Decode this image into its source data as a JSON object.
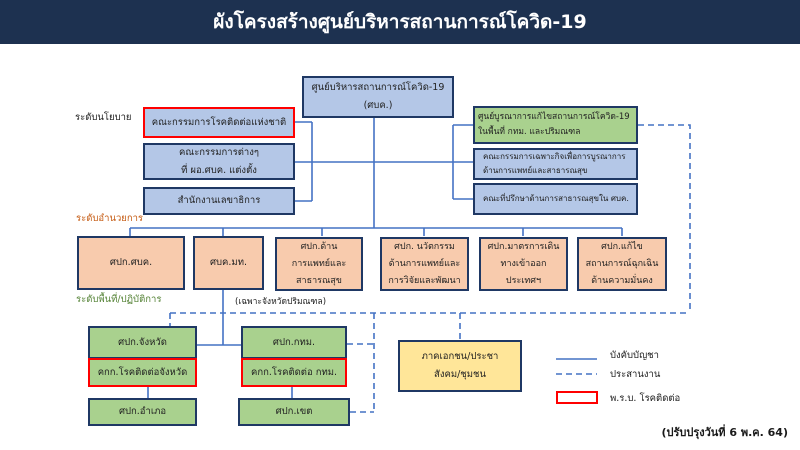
{
  "title": "ผังโครงสร้างศูนย์บริหารสถานการณ์โควิด-19",
  "levels": {
    "policy": "ระดับนโยบาย",
    "directing": "ระดับอำนวยการ",
    "operational": "ระดับพื้นที่/ปฏิบัติการ"
  },
  "center": "ศูนย์บริหารสถานการณ์โควิด-19\n(ศบค.)",
  "policy_left": [
    "คณะกรรมการโรคติดต่อแห่งชาติ",
    "คณะกรรมการต่างๆ\nที่ ผอ.ศบค. แต่งตั้ง",
    "สำนักงานเลขาธิการ"
  ],
  "policy_right": [
    "ศูนย์บูรณาการแก้ไขสถานการณ์โควิด-19\nในพื้นที่ กทม. และปริมณฑล",
    "คณะกรรมการเฉพาะกิจเพื่อการบูรณาการ\nด้านการแพทย์และสาธารณสุข",
    "คณะที่ปรึกษาด้านการสาธารณสุขใน ศบค."
  ],
  "directing_units": [
    "ศปก.ศบค.",
    "ศบค.มท.",
    "ศปก.ด้าน\nการแพทย์และ\nสาธารณสุข",
    "ศปก. นวัตกรรม\nด้านการแพทย์และ\nการวิจัยและพัฒนา",
    "ศปก.มาตรการเดิน\nทางเข้าออก\nประเทศฯ",
    "ศปก.แก้ไข\nสถานการณ์ฉุกเฉิน\nด้านความมั่นคง"
  ],
  "note": "(เฉพาะจังหวัดปริมณฑล)",
  "operational": {
    "province": "ศปก.จังหวัด",
    "province_committee": "คกก.โรคติดต่อจังหวัด",
    "district": "ศปก.อำเภอ",
    "bkk": "ศปก.กทม.",
    "bkk_committee": "คกก.โรคติดต่อ กทม.",
    "bkk_district": "ศปก.เขต",
    "private": "ภาคเอกชน/ประชา\nสังคม/ชุมชน"
  },
  "legend": {
    "command": "บังคับบัญชา",
    "coordinate": "ประสานงาน",
    "act": "พ.ร.บ. โรคติดต่อ"
  },
  "updated": "(ปรับปรุงวันที่ 6 พ.ค. 64)",
  "colors": {
    "header": "#1d3150",
    "line": "#4472c4",
    "red": "#ff0000"
  }
}
